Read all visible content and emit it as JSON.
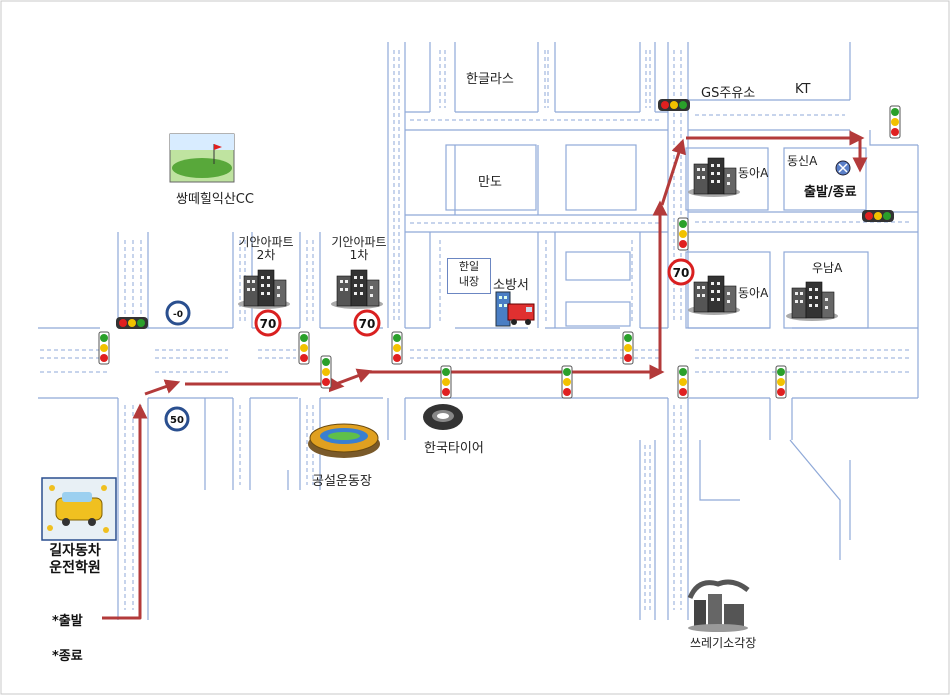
{
  "labels": {
    "golf": "쌍떼힐익산CC",
    "hangeulras": "한글라스",
    "gs": "GS주유소",
    "kt": "KT",
    "mando": "만도",
    "donga_top": "동아A",
    "dongshin": "동신A",
    "start_end_right": "출발/종료",
    "kia2_line1": "기안아파트",
    "kia2_line2": "2차",
    "kia1_line1": "기안아파트",
    "kia1_line2": "1차",
    "hanil_line1": "한일",
    "hanil_line2": "내장",
    "fire": "소방서",
    "donga_bottom": "동아A",
    "unam": "우남A",
    "stadium": "공설운동장",
    "tire": "한국타이어",
    "incinerator": "쓰레기소각장",
    "school_line1": "길자동차",
    "school_line2": "운전학원",
    "start_left": "*출발",
    "end_left": "*종료"
  },
  "signs": {
    "speed_70": "70",
    "speed_50": "50",
    "speed_small": "-0"
  },
  "colors": {
    "road": "#8fa9d8",
    "route": "#b33a3a",
    "speed_ring": "#d92020",
    "light_red": "#e02020",
    "light_yellow": "#f2c200",
    "light_green": "#2aa02a"
  }
}
